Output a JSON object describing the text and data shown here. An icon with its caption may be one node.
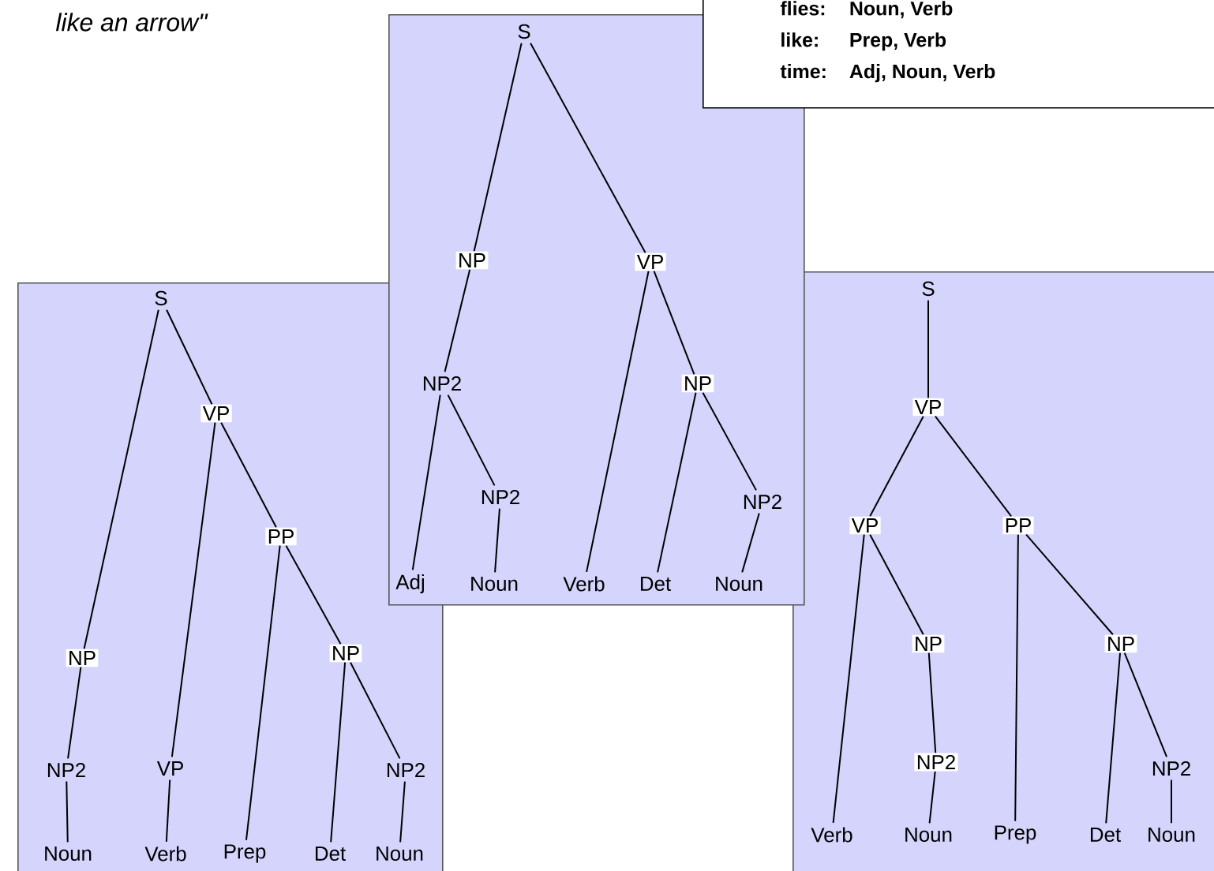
{
  "diagram": {
    "nodes": [
      {
        "text": [],
        "shape": "box"
      },
      {
        "text": [
          "S"
        ],
        "in": 0
      },
      {
        "text": [
          "NP"
        ],
        "in": 0
      },
      {
        "text": [
          "VP"
        ],
        "in": 0
      },
      {
        "text": [
          "NP2"
        ],
        "in": 0
      },
      {
        "text": [
          "NP"
        ],
        "in": 0
      },
      {
        "text": [
          "NP2"
        ],
        "in": 0
      },
      {
        "text": [
          "NP2"
        ],
        "in": 0
      },
      {
        "text": [
          "Adj"
        ]
      },
      {
        "text": [
          "Noun"
        ],
        "in": 0
      },
      {
        "text": [
          "Verb"
        ],
        "in": 0
      },
      {
        "text": [
          "Det"
        ],
        "in": 0
      },
      {
        "text": [
          "Noun"
        ],
        "in": 0
      },
      {
        "text": [
          "flies:",
          "Noun, Verb",
          "like:",
          "Prep, Verb",
          "time:",
          "Adj, Noun, Verb"
        ]
      },
      {
        "text": [],
        "shape": "box"
      },
      {
        "text": [
          "S"
        ],
        "in": 14
      },
      {
        "text": [
          "VP"
        ],
        "in": 14
      },
      {
        "text": [
          "PP"
        ],
        "in": 14
      },
      {
        "text": [
          "NP"
        ],
        "in": 14
      },
      {
        "text": [
          "NP"
        ],
        "in": 14
      },
      {
        "text": [
          "NP2"
        ],
        "in": 14
      },
      {
        "text": [
          "VP"
        ],
        "in": 14
      },
      {
        "text": [
          "NP2"
        ],
        "in": 14
      },
      {
        "text": [
          "Noun"
        ],
        "in": 14
      },
      {
        "text": [
          "Verb"
        ],
        "in": 14
      },
      {
        "text": [
          "Prep"
        ],
        "in": 14
      },
      {
        "text": [
          "Det"
        ],
        "in": 14
      },
      {
        "text": [
          "Noun"
        ],
        "in": 14
      },
      {
        "text": [],
        "shape": "box"
      },
      {
        "text": [
          "S"
        ],
        "in": 28
      },
      {
        "text": [
          "VP"
        ],
        "in": 28
      },
      {
        "text": [
          "VP"
        ],
        "in": 28
      },
      {
        "text": [
          "PP"
        ],
        "in": 28
      },
      {
        "text": [
          "NP"
        ],
        "in": 28
      },
      {
        "text": [
          "NP"
        ],
        "in": 28
      },
      {
        "text": [
          "NP2"
        ],
        "in": 28
      },
      {
        "text": [
          "NP2"
        ],
        "in": 28
      },
      {
        "text": [
          "Verb"
        ],
        "in": 28
      },
      {
        "text": [
          "Noun"
        ],
        "in": 28
      },
      {
        "text": [
          "Prep"
        ],
        "in": 28
      },
      {
        "text": [
          "Det"
        ],
        "in": 28
      },
      {
        "text": [
          "Noun"
        ],
        "in": 28
      }
    ],
    "edges": [
      {
        "from": 1,
        "to": 2,
        "arrow": "none"
      },
      {
        "from": 1,
        "to": 3,
        "arrow": "none"
      },
      {
        "from": 2,
        "to": 4,
        "arrow": "none"
      },
      {
        "from": 4,
        "to": 8,
        "arrow": "none"
      },
      {
        "from": 4,
        "to": 6,
        "arrow": "none"
      },
      {
        "from": 6,
        "to": 9,
        "arrow": "none"
      },
      {
        "from": 3,
        "to": 10,
        "arrow": "none"
      },
      {
        "from": 3,
        "to": 5,
        "arrow": "none"
      },
      {
        "from": 5,
        "to": 11,
        "arrow": "none"
      },
      {
        "from": 5,
        "to": 7,
        "arrow": "none"
      },
      {
        "from": 7,
        "to": 12,
        "arrow": "none"
      },
      {
        "from": 15,
        "to": 18,
        "arrow": "none"
      },
      {
        "from": 15,
        "to": 16,
        "arrow": "none"
      },
      {
        "from": 16,
        "to": 21,
        "arrow": "none"
      },
      {
        "from": 16,
        "to": 17,
        "arrow": "none"
      },
      {
        "from": 17,
        "to": 25,
        "arrow": "none"
      },
      {
        "from": 17,
        "to": 19,
        "arrow": "none"
      },
      {
        "from": 19,
        "to": 26,
        "arrow": "none"
      },
      {
        "from": 19,
        "to": 22,
        "arrow": "none"
      },
      {
        "from": 22,
        "to": 27,
        "arrow": "none"
      },
      {
        "from": 18,
        "to": 20,
        "arrow": "none"
      },
      {
        "from": 20,
        "to": 23,
        "arrow": "none"
      },
      {
        "from": 21,
        "to": 24,
        "arrow": "none"
      },
      {
        "from": 29,
        "to": 30,
        "arrow": "none"
      },
      {
        "from": 30,
        "to": 31,
        "arrow": "none"
      },
      {
        "from": 30,
        "to": 32,
        "arrow": "none"
      },
      {
        "from": 31,
        "to": 37,
        "arrow": "none"
      },
      {
        "from": 31,
        "to": 33,
        "arrow": "none"
      },
      {
        "from": 33,
        "to": 35,
        "arrow": "none"
      },
      {
        "from": 35,
        "to": 38,
        "arrow": "none"
      },
      {
        "from": 32,
        "to": 39,
        "arrow": "none"
      },
      {
        "from": 32,
        "to": 34,
        "arrow": "none"
      },
      {
        "from": 34,
        "to": 40,
        "arrow": "none"
      },
      {
        "from": 34,
        "to": 36,
        "arrow": "none"
      },
      {
        "from": 36,
        "to": 41,
        "arrow": "none"
      }
    ],
    "labels": [
      "like an arrow\""
    ]
  }
}
